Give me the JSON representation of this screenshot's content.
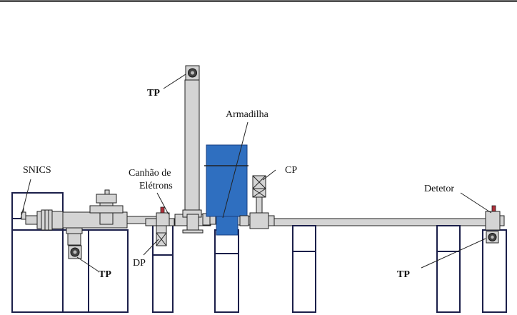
{
  "labels": {
    "tp_top": "TP",
    "armadilha": "Armadilha",
    "snics": "SNICS",
    "canhao_line1": "Canhão de",
    "canhao_line2": "Elétrons",
    "cp": "CP",
    "detetor": "Detetor",
    "dp": "DP",
    "tp_left": "TP",
    "tp_right": "TP"
  },
  "colors": {
    "trap_blue": "#2f6fc0",
    "frame": "#1b1f4a",
    "tube": "#d4d4d4"
  }
}
